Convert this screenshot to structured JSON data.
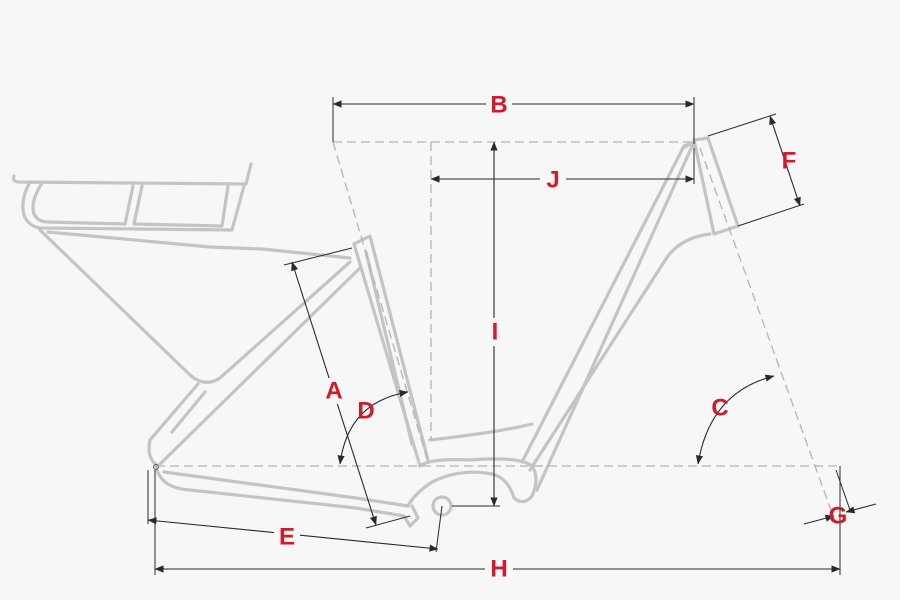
{
  "diagram": {
    "labels": {
      "A": "A",
      "B": "B",
      "C": "C",
      "D": "D",
      "E": "E",
      "F": "F",
      "G": "G",
      "H": "H",
      "I": "I",
      "J": "J"
    },
    "colors": {
      "background": "#f7f7f7",
      "frame": "#c4c4c4",
      "dimension_line": "#2a2a2a",
      "label": "#d4192b"
    }
  }
}
